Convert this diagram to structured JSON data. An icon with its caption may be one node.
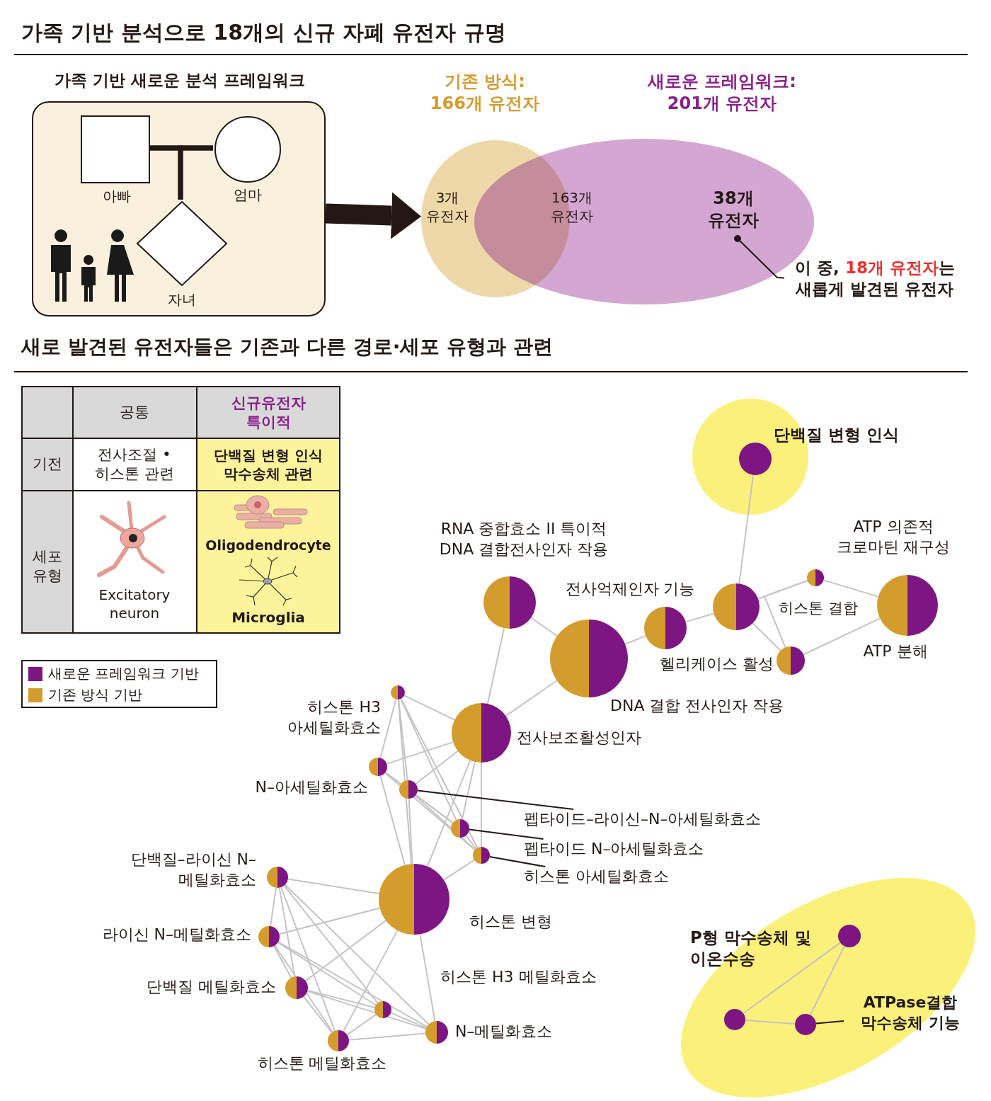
{
  "diagram": {
    "title": "가족 기반 분석으로 18개의 신규 자폐 유전자 규명",
    "nodes": [
      {
        "text": [
          "가족 기반 새로운 분석 프레임워크"
        ]
      },
      {
        "text": [],
        "shape": "box",
        "in": 0,
        "beside": [
          "아빠"
        ]
      },
      {
        "text": [],
        "shape": "circle",
        "in": 0,
        "beside": [
          "엄마"
        ]
      },
      {
        "text": [],
        "shape": "diamond",
        "in": 0,
        "beside": [
          "자녀"
        ]
      },
      {
        "text": [
          "기존 방식: 166개 유전자",
          "3개 유전자"
        ]
      },
      {
        "text": [
          "새로운 프레임워크: 201개 유전자",
          "38개 유전자"
        ]
      },
      {
        "text": [
          "이 중, **18개 유전자**는 새롭게 발견된 유전자"
        ]
      },
      {
        "text": [
          "단백질 변형 인식"
        ]
      },
      {
        "text": [],
        "shape": "circle",
        "in": 7
      },
      {
        "text": [],
        "shape": "circle",
        "beside": [
          "RNA 중합효소 II 특이적 DNA 결합전사인자 작용"
        ]
      },
      {
        "text": [],
        "shape": "circle",
        "beside": [
          "전사억제인자 기능"
        ]
      },
      {
        "text": [],
        "shape": "circle",
        "beside": [
          "히스톤 결합"
        ]
      },
      {
        "text": [],
        "shape": "circle",
        "beside": [
          "ATP 의존적 크로마틴 재구성"
        ]
      },
      {
        "text": [],
        "shape": "circle",
        "beside": [
          "ATP 분해"
        ]
      },
      {
        "text": [],
        "shape": "circle",
        "beside": [
          "DNA 결합 전사인자 작용"
        ]
      },
      {
        "text": [],
        "shape": "circle",
        "beside": [
          "헬리케이스 활성"
        ]
      },
      {
        "text": [],
        "shape": "circle",
        "beside": [
          "히스톤 H3 아세틸화효소"
        ]
      },
      {
        "text": [],
        "shape": "circle",
        "beside": [
          "전사보조활성인자"
        ]
      },
      {
        "text": [],
        "shape": "circle",
        "beside": [
          "N–아세틸화효소"
        ]
      },
      {
        "text": [],
        "shape": "circle"
      },
      {
        "text": [],
        "shape": "circle"
      },
      {
        "text": [],
        "shape": "circle"
      },
      {
        "text": [
          "펩타이드–라이신–N–아세틸화효소"
        ]
      },
      {
        "text": [
          "펩타이드 N–아세틸화효소"
        ]
      },
      {
        "text": [
          "히스톤 아세틸화효소"
        ]
      },
      {
        "text": [],
        "shape": "circle",
        "beside": [
          "단백질–라이신 N–메틸화효소"
        ]
      },
      {
        "text": [],
        "shape": "circle",
        "beside": [
          "히스톤 변형"
        ]
      },
      {
        "text": [],
        "shape": "circle",
        "beside": [
          "라이신 N–메틸화효소"
        ]
      },
      {
        "text": [
          "P형 막수송체 및 이온수송"
        ]
      },
      {
        "text": [],
        "shape": "circle",
        "in": 28
      },
      {
        "text": [],
        "shape": "circle",
        "beside": [
          "단백질 메틸화효소"
        ]
      },
      {
        "text": [],
        "shape": "circle",
        "beside": [
          "히스톤 H3 메틸화효소"
        ]
      },
      {
        "text": [],
        "shape": "circle",
        "in": 28
      },
      {
        "text": [],
        "shape": "circle",
        "in": 28
      },
      {
        "text": [
          "ATPase결합 막수송체 기능"
        ],
        "in": 28
      },
      {
        "text": [],
        "shape": "circle",
        "beside": [
          "N–메틸화효소"
        ]
      },
      {
        "text": [],
        "shape": "circle",
        "beside": [
          "히스톤 메틸화효소"
        ]
      }
    ],
    "edges": [
      {
        "from": 1,
        "to": 2,
        "arrow": "none",
        "style": "thick",
        "color": "#231815"
      },
      {
        "from": 1,
        "to": 3,
        "arrow": "none",
        "style": "thick",
        "color": "#231815"
      },
      {
        "from": 2,
        "to": 3,
        "arrow": "none",
        "style": "thick",
        "color": "#231815"
      },
      {
        "from": 0,
        "to": 4,
        "arrow": "to",
        "style": "thick",
        "color": "#231815"
      },
      {
        "from": 6,
        "to": 5,
        "arrow": "other",
        "color": "#231815"
      },
      {
        "from": 8,
        "to": 11,
        "arrow": "none"
      },
      {
        "from": 11,
        "to": 12,
        "arrow": "none"
      },
      {
        "from": 11,
        "to": 15,
        "arrow": "none"
      },
      {
        "from": 12,
        "to": 13,
        "arrow": "none"
      },
      {
        "from": 12,
        "to": 15,
        "arrow": "none"
      },
      {
        "from": 15,
        "to": 13,
        "arrow": "none"
      },
      {
        "from": 10,
        "to": 11,
        "arrow": "none"
      },
      {
        "from": 14,
        "to": 10,
        "arrow": "none"
      },
      {
        "from": 9,
        "to": 14,
        "arrow": "none"
      },
      {
        "from": 14,
        "to": 17,
        "arrow": "none"
      },
      {
        "from": 9,
        "to": 17,
        "arrow": "none"
      },
      {
        "from": 16,
        "to": 17,
        "arrow": "none"
      },
      {
        "from": 16,
        "to": 18,
        "arrow": "none"
      },
      {
        "from": 16,
        "to": 26,
        "arrow": "none"
      },
      {
        "from": 16,
        "to": 20,
        "arrow": "none"
      },
      {
        "from": 16,
        "to": 21,
        "arrow": "none"
      },
      {
        "from": 16,
        "to": 19,
        "arrow": "none"
      },
      {
        "from": 18,
        "to": 17,
        "arrow": "none"
      },
      {
        "from": 18,
        "to": 19,
        "arrow": "none"
      },
      {
        "from": 18,
        "to": 20,
        "arrow": "none"
      },
      {
        "from": 18,
        "to": 21,
        "arrow": "none"
      },
      {
        "from": 18,
        "to": 26,
        "arrow": "none"
      },
      {
        "from": 19,
        "to": 20,
        "arrow": "none"
      },
      {
        "from": 19,
        "to": 21,
        "arrow": "none"
      },
      {
        "from": 19,
        "to": 26,
        "arrow": "none"
      },
      {
        "from": 19,
        "to": 17,
        "arrow": "none"
      },
      {
        "from": 20,
        "to": 21,
        "arrow": "none"
      },
      {
        "from": 20,
        "to": 17,
        "arrow": "none"
      },
      {
        "from": 21,
        "to": 17,
        "arrow": "none"
      },
      {
        "from": 21,
        "to": 26,
        "arrow": "none"
      },
      {
        "from": 17,
        "to": 26,
        "arrow": "none"
      },
      {
        "from": 26,
        "to": 25,
        "arrow": "none"
      },
      {
        "from": 26,
        "to": 27,
        "arrow": "none"
      },
      {
        "from": 26,
        "to": 30,
        "arrow": "none"
      },
      {
        "from": 26,
        "to": 36,
        "arrow": "none"
      },
      {
        "from": 26,
        "to": 35,
        "arrow": "none"
      },
      {
        "from": 25,
        "to": 27,
        "arrow": "none"
      },
      {
        "from": 25,
        "to": 30,
        "arrow": "none"
      },
      {
        "from": 25,
        "to": 36,
        "arrow": "none"
      },
      {
        "from": 25,
        "to": 31,
        "arrow": "none"
      },
      {
        "from": 25,
        "to": 35,
        "arrow": "none"
      },
      {
        "from": 27,
        "to": 30,
        "arrow": "none"
      },
      {
        "from": 27,
        "to": 36,
        "arrow": "none"
      },
      {
        "from": 27,
        "to": 31,
        "arrow": "none"
      },
      {
        "from": 27,
        "to": 35,
        "arrow": "none"
      },
      {
        "from": 30,
        "to": 36,
        "arrow": "none"
      },
      {
        "from": 30,
        "to": 31,
        "arrow": "none"
      },
      {
        "from": 30,
        "to": 35,
        "arrow": "none"
      },
      {
        "from": 31,
        "to": 36,
        "arrow": "none"
      },
      {
        "from": 31,
        "to": 35,
        "arrow": "none"
      },
      {
        "from": 36,
        "to": 35,
        "arrow": "none"
      },
      {
        "from": 29,
        "to": 32,
        "arrow": "none"
      },
      {
        "from": 29,
        "to": 33,
        "arrow": "none"
      },
      {
        "from": 32,
        "to": 33,
        "arrow": "none"
      },
      {
        "from": 22,
        "to": 19,
        "arrow": "none",
        "color": "#231815"
      },
      {
        "from": 23,
        "to": 20,
        "arrow": "none",
        "color": "#231815"
      },
      {
        "from": 24,
        "to": 21,
        "arrow": "none",
        "color": "#231815"
      },
      {
        "from": 34,
        "to": 33,
        "arrow": "none",
        "color": "#231815"
      }
    ],
    "labels": [
      "163개 유전자",
      "새로 발견된 유전자들은 기존과 다른 경로·세포 유형과 관련",
      "공통",
      "신규유전자 특이적",
      "기전",
      "전사조절 • 히스톤 관련",
      "단백질 변형 인식 막수송체 관련",
      "세포 유형",
      "Excitatory neuron",
      "Oligodendrocyte",
      "Microglia"
    ],
    "legend": [
      {
        "text": "새로운 프레임워크 기반",
        "color": "#7d1582"
      },
      {
        "text": "기존 방식 기반",
        "color": "#d49c2c"
      }
    ]
  }
}
